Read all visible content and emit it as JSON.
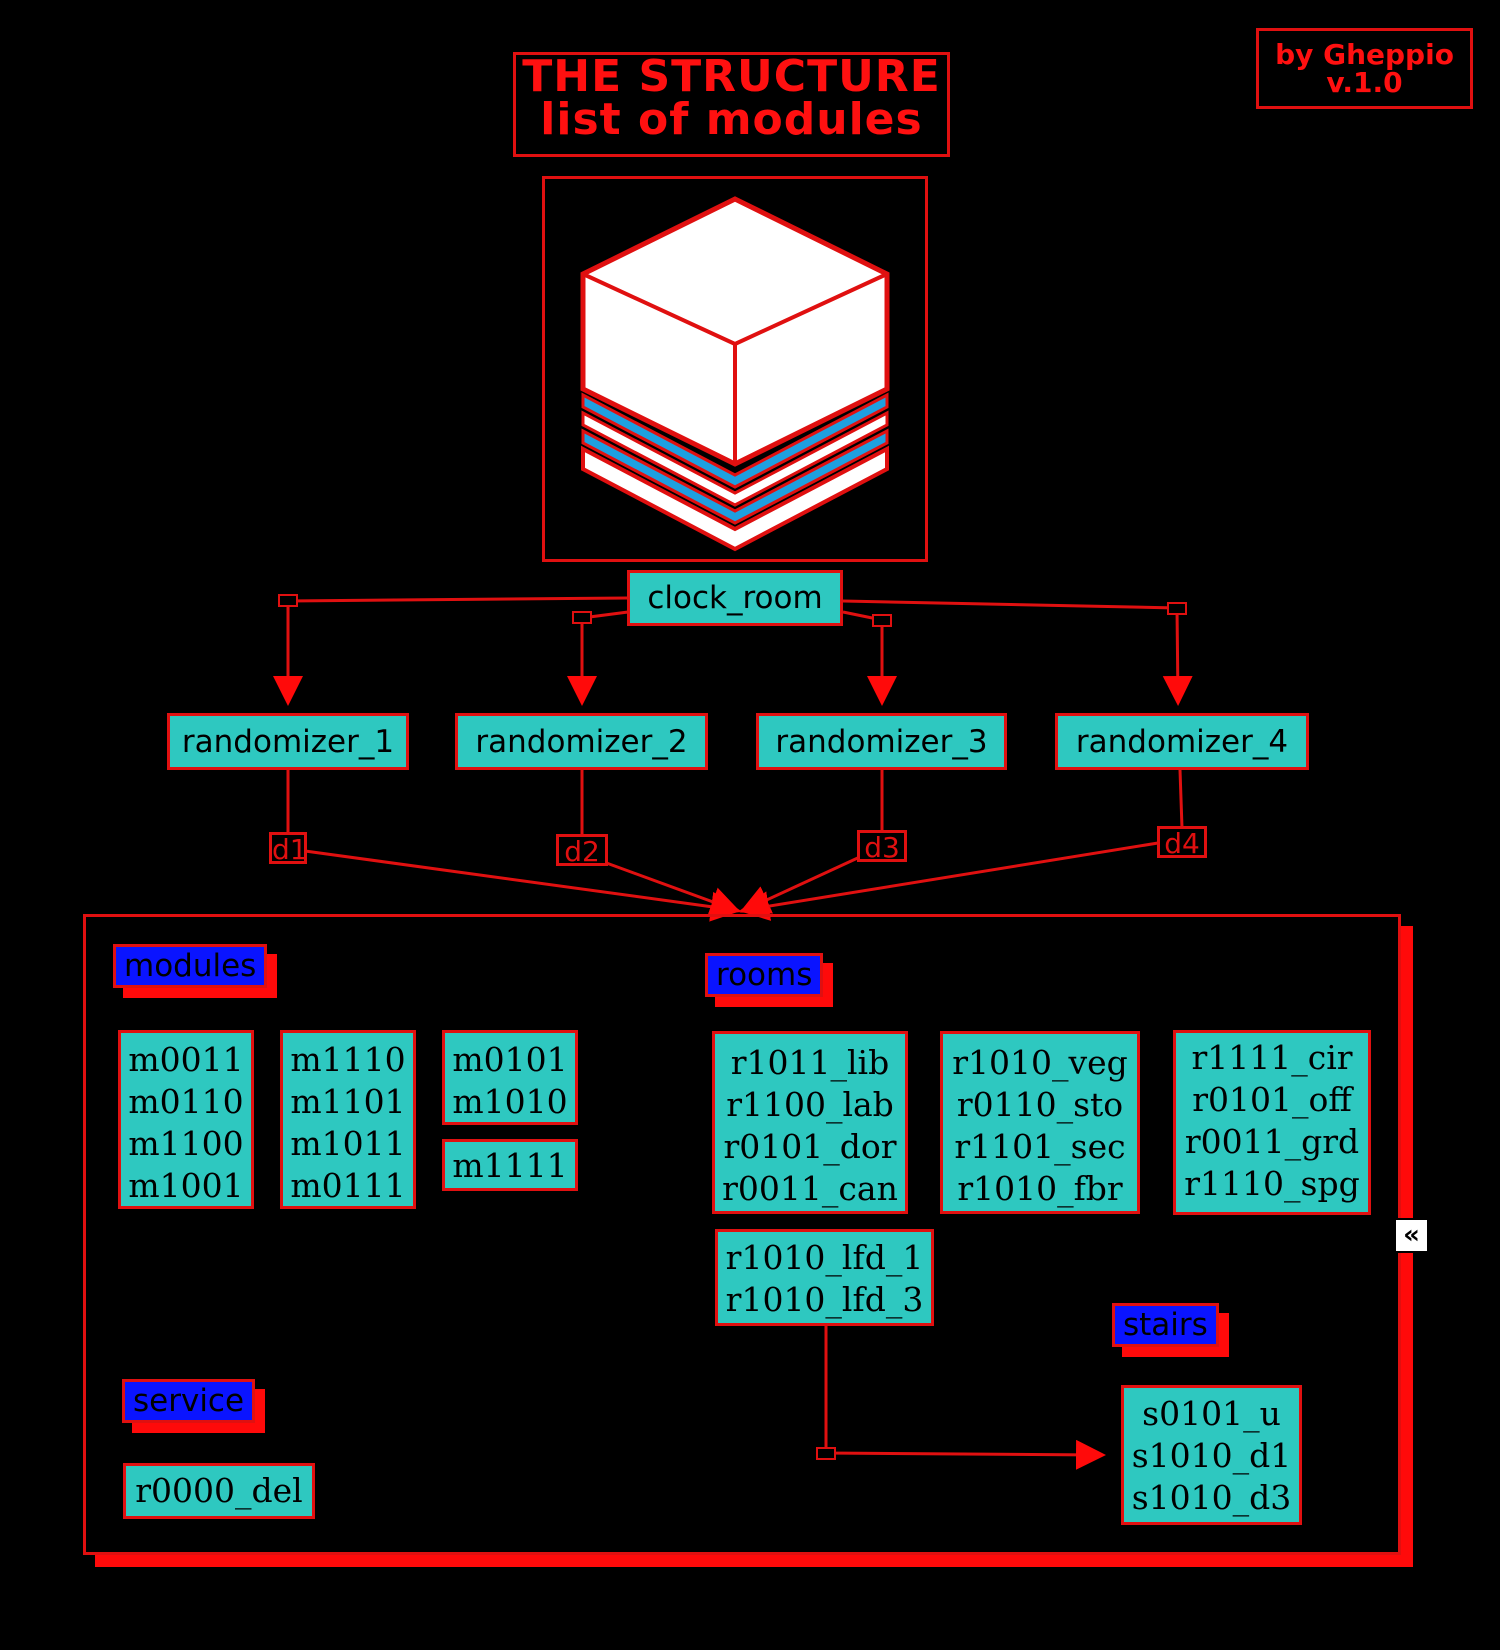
{
  "title": {
    "line1": "THE STRUCTURE",
    "line2": "list of modules"
  },
  "credit": {
    "line1": "by Gheppio",
    "line2": "v.1.0"
  },
  "root_node": "clock_room",
  "randomizers": [
    "randomizer_1",
    "randomizer_2",
    "randomizer_3",
    "randomizer_4"
  ],
  "doors": [
    "d1",
    "d2",
    "d3",
    "d4"
  ],
  "sections": {
    "modules": {
      "label": "modules",
      "columns": [
        [
          "m0011",
          "m0110",
          "m1100",
          "m1001"
        ],
        [
          "m1110",
          "m1101",
          "m1011",
          "m0111"
        ],
        [
          "m0101",
          "m1010"
        ],
        [
          "m1111"
        ]
      ]
    },
    "rooms": {
      "label": "rooms",
      "columns": [
        [
          "r1011_lib",
          "r1100_lab",
          "r0101_dor",
          "r0011_can"
        ],
        [
          "r1010_veg",
          "r0110_sto",
          "r1101_sec",
          "r1010_fbr"
        ],
        [
          "r1111_cir",
          "r0101_off",
          "r0011_grd",
          "r1110_spg"
        ],
        [
          "r1010_lfd_1",
          "r1010_lfd_3"
        ]
      ]
    },
    "stairs": {
      "label": "stairs",
      "items": [
        "s0101_u",
        "s1010_d1",
        "s1010_d3"
      ]
    },
    "service": {
      "label": "service",
      "items": [
        "r0000_del"
      ]
    }
  },
  "colors": {
    "line": "#e01010",
    "node_fill": "#2ec8c0",
    "tag_fill": "#0a14ff",
    "text_red": "#ff1010",
    "stripe": "#1ea0e0"
  },
  "icons": {
    "logo": "isometric-cube-icon",
    "collapse": "double-chevron-left-icon"
  }
}
